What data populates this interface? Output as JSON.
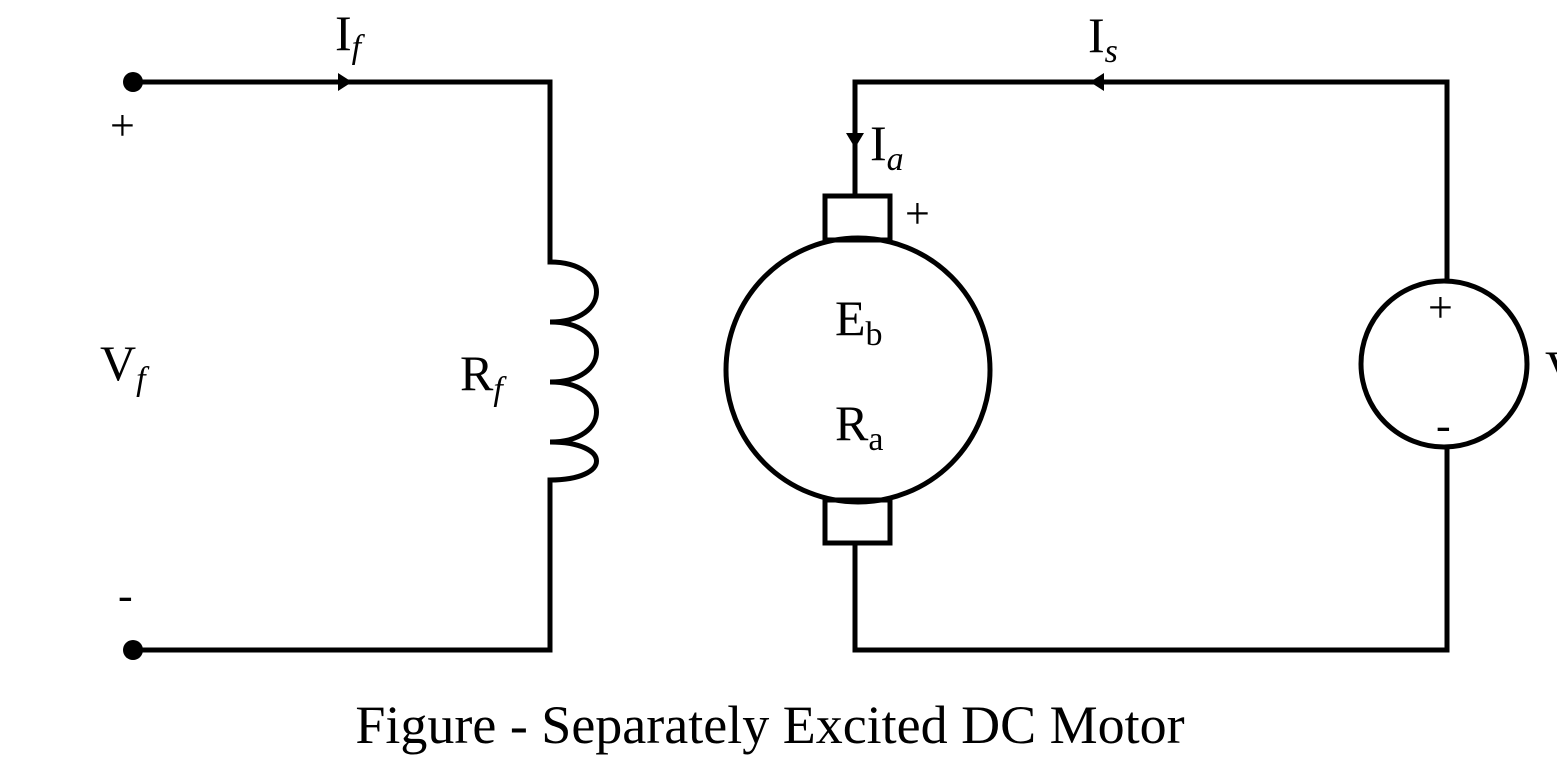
{
  "colors": {
    "stroke": "#000000",
    "background": "#ffffff"
  },
  "labels": {
    "field_current": {
      "main": "I",
      "sub": "f"
    },
    "supply_current": {
      "main": "I",
      "sub": "s"
    },
    "armature_current": {
      "main": "I",
      "sub": "a"
    },
    "field_voltage": {
      "main": "V",
      "sub": "f"
    },
    "field_resistance": {
      "main": "R",
      "sub": "f"
    },
    "back_emf": {
      "main": "E",
      "sub": "b"
    },
    "armature_resistance": {
      "main": "R",
      "sub": "a"
    },
    "supply_voltage": {
      "main": "V"
    }
  },
  "signs": {
    "field_plus": "+",
    "field_minus": "-",
    "armature_plus": "+",
    "source_plus": "+",
    "source_minus": "-"
  },
  "caption": "Figure - Separately Excited DC Motor"
}
